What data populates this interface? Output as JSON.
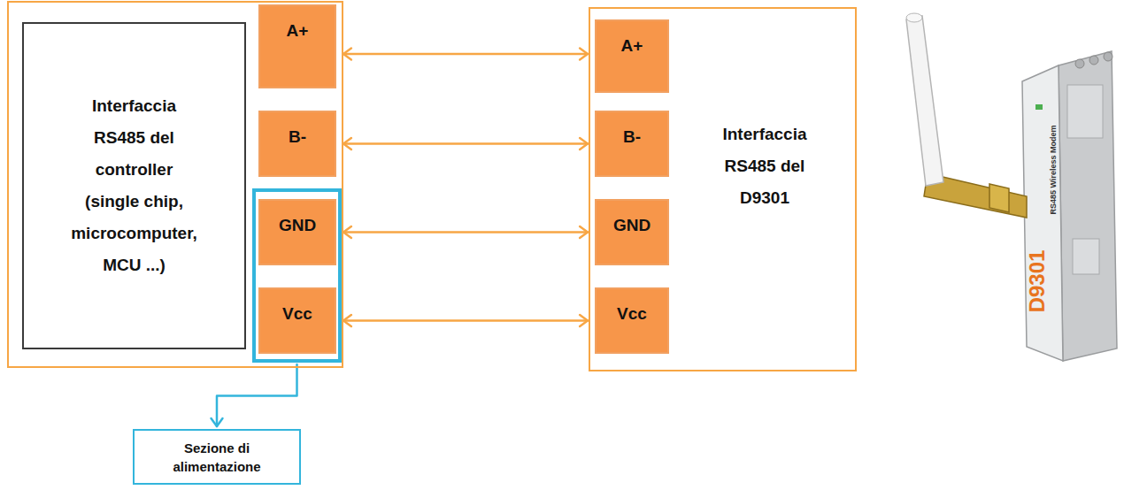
{
  "diagram": {
    "nodes": [
      {
        "text": []
      },
      {
        "text": [
          "Interfaccia RS485 del controller (single chip, microcomputer, MCU ...)"
        ],
        "in": 0
      },
      {
        "text": [
          "A+"
        ],
        "in": 0
      },
      {
        "text": [
          "B-"
        ],
        "in": 0
      },
      {
        "text": [],
        "in": 0
      },
      {
        "text": [
          "GND"
        ],
        "in": 4
      },
      {
        "text": [
          "Vcc"
        ],
        "in": 4
      },
      {
        "text": [
          "Interfaccia RS485 del D9301"
        ]
      },
      {
        "text": [
          "A+"
        ],
        "in": 7
      },
      {
        "text": [
          "B-"
        ],
        "in": 7
      },
      {
        "text": [
          "GND"
        ],
        "in": 7
      },
      {
        "text": [
          "Vcc"
        ],
        "in": 7
      },
      {
        "text": [
          "Sezione di alimentazione"
        ]
      }
    ],
    "edges": [
      {
        "from": 2,
        "to": 8,
        "arrow": "both"
      },
      {
        "from": 3,
        "to": 9,
        "arrow": "both"
      },
      {
        "from": 5,
        "to": 10,
        "arrow": "both"
      },
      {
        "from": 6,
        "to": 11,
        "arrow": "both"
      },
      {
        "from": 4,
        "to": 12,
        "arrow": "to"
      }
    ],
    "labels": [
      "D9301",
      "RS485 Wireless Modem"
    ]
  }
}
